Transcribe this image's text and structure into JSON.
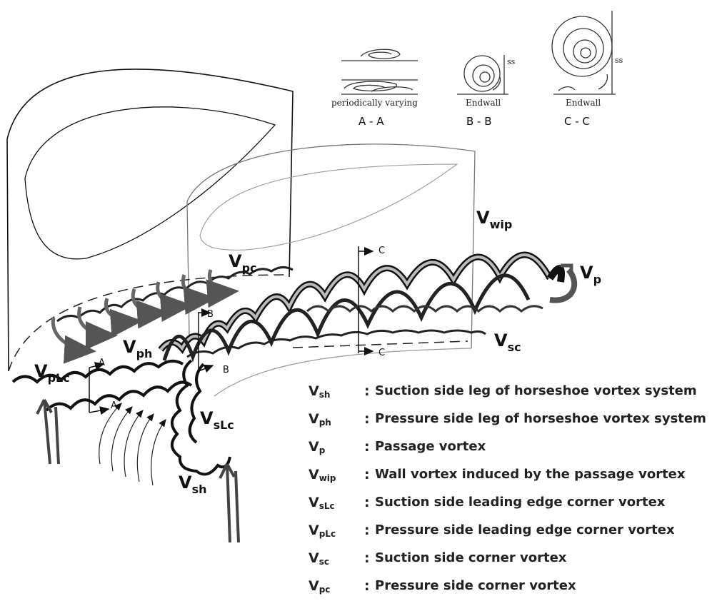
{
  "sections": [
    {
      "id": "A",
      "caption": "periodically varying",
      "label": "A - A"
    },
    {
      "id": "B",
      "wall_label": "Endwall",
      "side_label": "ss",
      "label": "B - B"
    },
    {
      "id": "C",
      "wall_label": "Endwall",
      "side_label": "ss",
      "label": "C - C"
    }
  ],
  "vortex_labels": {
    "wip": {
      "main": "V",
      "sub": "wip"
    },
    "pc": {
      "main": "V",
      "sub": "pc"
    },
    "p": {
      "main": "V",
      "sub": "p"
    },
    "ph": {
      "main": "V",
      "sub": "ph"
    },
    "sc": {
      "main": "V",
      "sub": "sc"
    },
    "pLc": {
      "main": "V",
      "sub": "pLc"
    },
    "sLc": {
      "main": "V",
      "sub": "sLc"
    },
    "sh": {
      "main": "V",
      "sub": "sh"
    }
  },
  "cut_markers": {
    "a": "A",
    "b": "B",
    "c": "C"
  },
  "legend": [
    {
      "main": "V",
      "sub": "sh",
      "sep": ":",
      "text": "Suction side leg of horseshoe vortex system"
    },
    {
      "main": "V",
      "sub": "ph",
      "sep": ":",
      "text": "Pressure side leg of horseshoe vortex system"
    },
    {
      "main": "V",
      "sub": "p",
      "sep": ":",
      "text": "Passage vortex"
    },
    {
      "main": "V",
      "sub": "wip",
      "sep": ":",
      "text": "Wall vortex induced by the passage vortex"
    },
    {
      "main": "V",
      "sub": "sLc",
      "sep": ":",
      "text": "Suction side leading edge corner vortex"
    },
    {
      "main": "V",
      "sub": "pLc",
      "sep": ":",
      "text": "Pressure side leading edge corner vortex"
    },
    {
      "main": "V",
      "sub": "sc",
      "sep": ":",
      "text": "Suction side corner vortex"
    },
    {
      "main": "V",
      "sub": "pc",
      "sep": ":",
      "text": "Pressure side corner vortex"
    }
  ]
}
